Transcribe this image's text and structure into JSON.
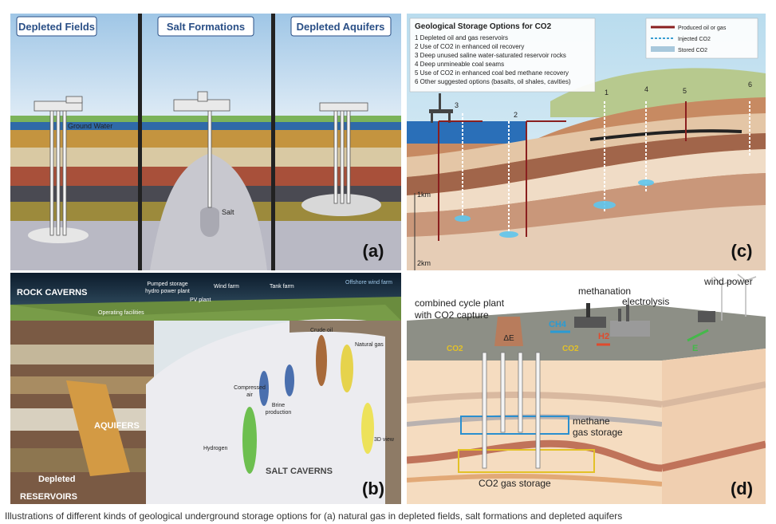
{
  "panel_a": {
    "tabs": [
      "Depleted Fields",
      "Salt Formations",
      "Depleted Aquifers"
    ],
    "ground_water": "Ground Water",
    "salt": "Salt",
    "label": "(a)"
  },
  "panel_b": {
    "rock_caverns": "ROCK CAVERNS",
    "pumped_storage_1": "Pumped storage",
    "pumped_storage_2": "hydro power plant",
    "wind_farm": "Wind farm",
    "tank_farm": "Tank farm",
    "offshore_wind_farm": "Offshore wind farm",
    "pv_plant": "PV plant",
    "operating_facilities": "Operating facilities",
    "aquifers": "AQUIFERS",
    "depleted": "Depleted",
    "reservoirs": "RESERVOIRS",
    "compressed_1": "Compressed",
    "compressed_2": "air",
    "brine_1": "Brine",
    "brine_2": "production",
    "crude_oil": "Crude oil",
    "natural_gas": "Natural gas",
    "hydrogen": "Hydrogen",
    "view_3d": "3D view",
    "salt_caverns": "SALT CAVERNS",
    "label": "(b)"
  },
  "panel_c": {
    "title": "Geological Storage Options for CO2",
    "options": [
      "1  Depleted oil and gas reservoirs",
      "2  Use of CO2 in enhanced oil recovery",
      "3  Deep unused saline water-saturated reservoir rocks",
      "4  Deep unmineable coal seams",
      "5  Use of CO2 in enhanced coal bed methane recovery",
      "6  Other suggested options (basalts, oil shales, cavities)"
    ],
    "legend": [
      "Produced oil or gas",
      "Injected CO2",
      "Stored CO2"
    ],
    "depth_1": "1km",
    "depth_2": "2km",
    "site_numbers": [
      "1",
      "2",
      "3",
      "4",
      "5",
      "6"
    ],
    "label": "(c)"
  },
  "panel_d": {
    "wind_power": "wind power",
    "methanation": "methanation",
    "electrolysis": "electrolysis",
    "ccp_1": "combined cycle plant",
    "ccp_2": "with CO2 capture",
    "delta_e": "ΔE",
    "ch4": "CH4",
    "h2": "H2",
    "e": "E",
    "co2_a": "CO2",
    "co2_b": "CO2",
    "methane_1": "methane",
    "methane_2": "gas storage",
    "co2_storage": "CO2 gas storage",
    "label": "(d)"
  },
  "caption": "Illustrations of different kinds of geological underground storage options for (a) natural gas in depleted fields, salt formations and depleted aquifers"
}
